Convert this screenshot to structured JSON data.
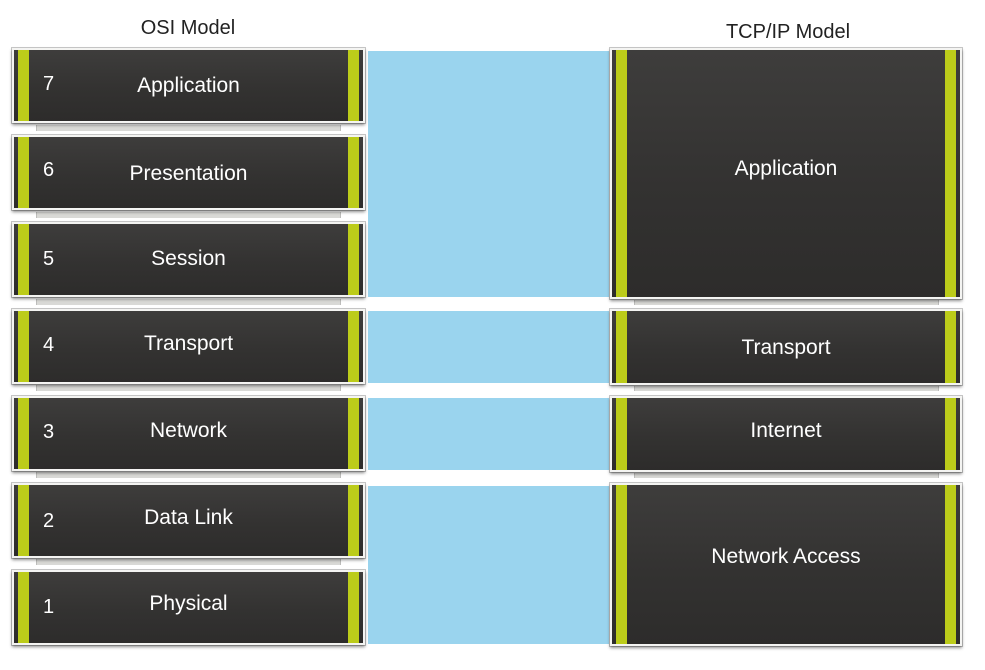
{
  "osi": {
    "title": "OSI Model",
    "layers": [
      {
        "number": "7",
        "name": "Application"
      },
      {
        "number": "6",
        "name": "Presentation"
      },
      {
        "number": "5",
        "name": "Session"
      },
      {
        "number": "4",
        "name": "Transport"
      },
      {
        "number": "3",
        "name": "Network"
      },
      {
        "number": "2",
        "name": "Data Link"
      },
      {
        "number": "1",
        "name": "Physical"
      }
    ]
  },
  "tcpip": {
    "title": "TCP/IP Model",
    "layers": [
      {
        "name": "Application"
      },
      {
        "name": "Transport"
      },
      {
        "name": "Internet"
      },
      {
        "name": "Network Access"
      }
    ]
  },
  "colors": {
    "layer_fill": "#353433",
    "accent": "#bccc1a",
    "connector": "#9ad4ee"
  }
}
